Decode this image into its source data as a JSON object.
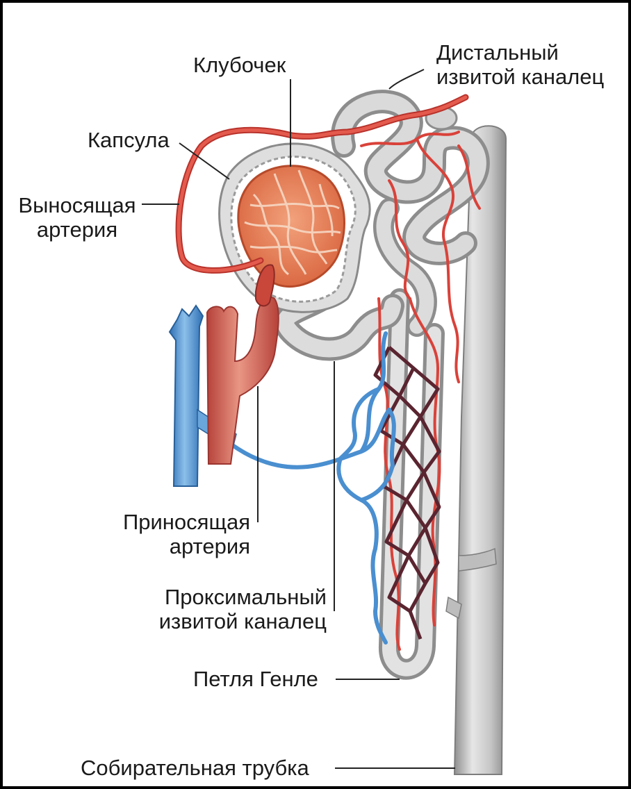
{
  "labels": {
    "glomerulus": "Клубочек",
    "distal_tubule": [
      "Дистальный",
      "извитой каналец"
    ],
    "capsule": "Капсула",
    "efferent_artery": [
      "Выносящая",
      "артерия"
    ],
    "afferent_artery": [
      "Приносящая",
      "артерия"
    ],
    "proximal_tubule": [
      "Проксимальный",
      "извитой каналец"
    ],
    "loop_of_henle": "Петля Генле",
    "collecting_duct": "Собирательная трубка"
  },
  "colors": {
    "artery": "#d9423a",
    "artery_dark": "#b8322b",
    "vein": "#4a8fd0",
    "vein_light": "#7eb3e0",
    "tubule": "#c9c9c9",
    "tubule_shade": "#9a9a9a",
    "capillary_dark": "#5a2530",
    "glomerulus": "#e07a52"
  }
}
